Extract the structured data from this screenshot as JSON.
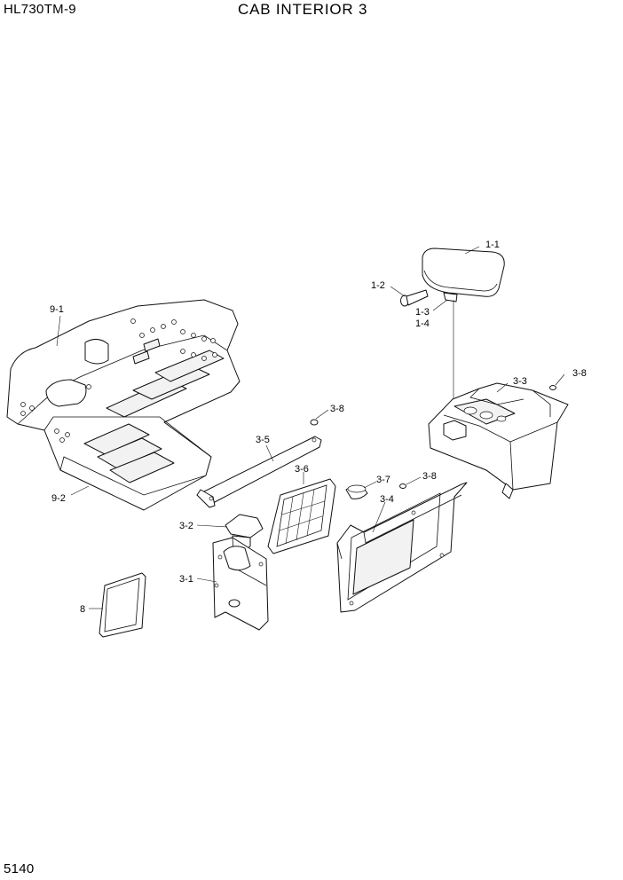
{
  "header": {
    "model": "HL730TM-9",
    "title": "CAB INTERIOR 3"
  },
  "footer": {
    "page_number": "5140"
  },
  "callouts": {
    "c_1_1": "1-1",
    "c_1_2": "1-2",
    "c_1_3": "1-3",
    "c_1_4": "1-4",
    "c_9_1": "9-1",
    "c_9_2": "9-2",
    "c_3_3": "3-3",
    "c_3_8_a": "3-8",
    "c_3_8_b": "3-8",
    "c_3_8_c": "3-8",
    "c_3_5": "3-5",
    "c_3_6": "3-6",
    "c_3_7": "3-7",
    "c_3_4": "3-4",
    "c_3_2": "3-2",
    "c_3_1": "3-1",
    "c_8": "8"
  }
}
